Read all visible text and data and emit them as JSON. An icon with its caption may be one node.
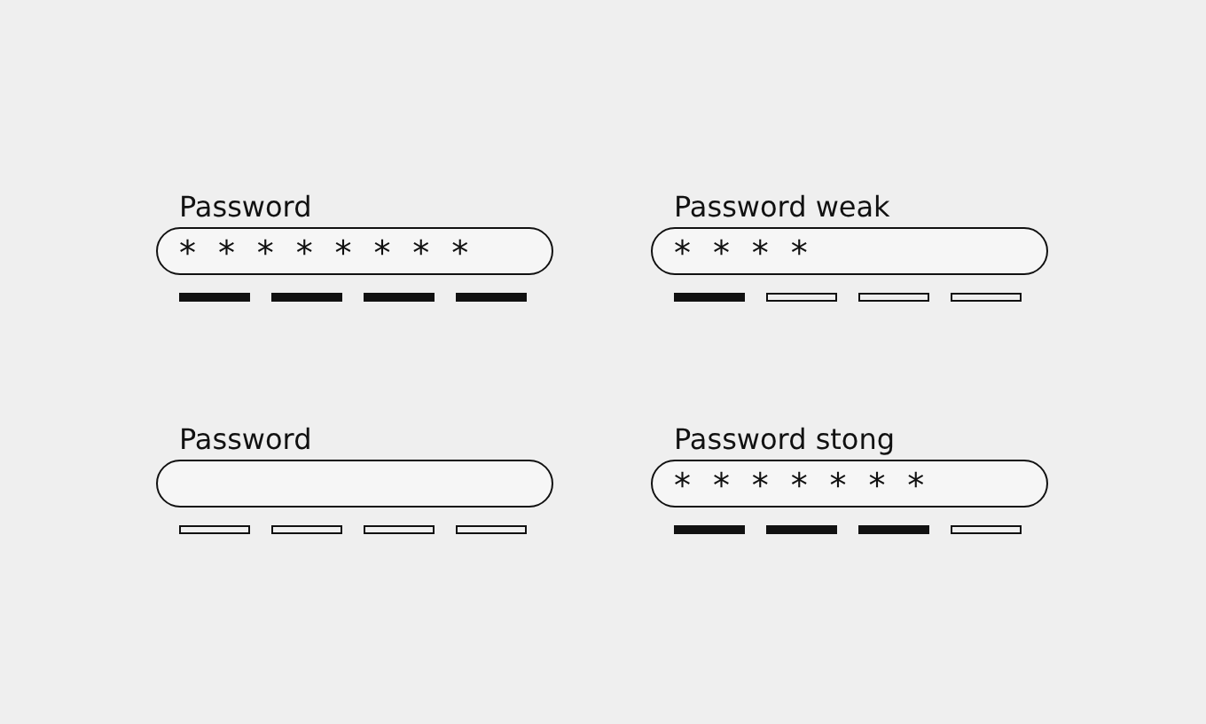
{
  "diagram": {
    "nodes": [
      {
        "text": [
          "Password",
          "* * * * * * * *"
        ]
      },
      {
        "text": [
          "Password weak",
          "* * * *"
        ]
      },
      {
        "text": [
          "Password"
        ]
      },
      {
        "text": [
          "Password stong",
          "* * * * * * *"
        ]
      }
    ]
  }
}
